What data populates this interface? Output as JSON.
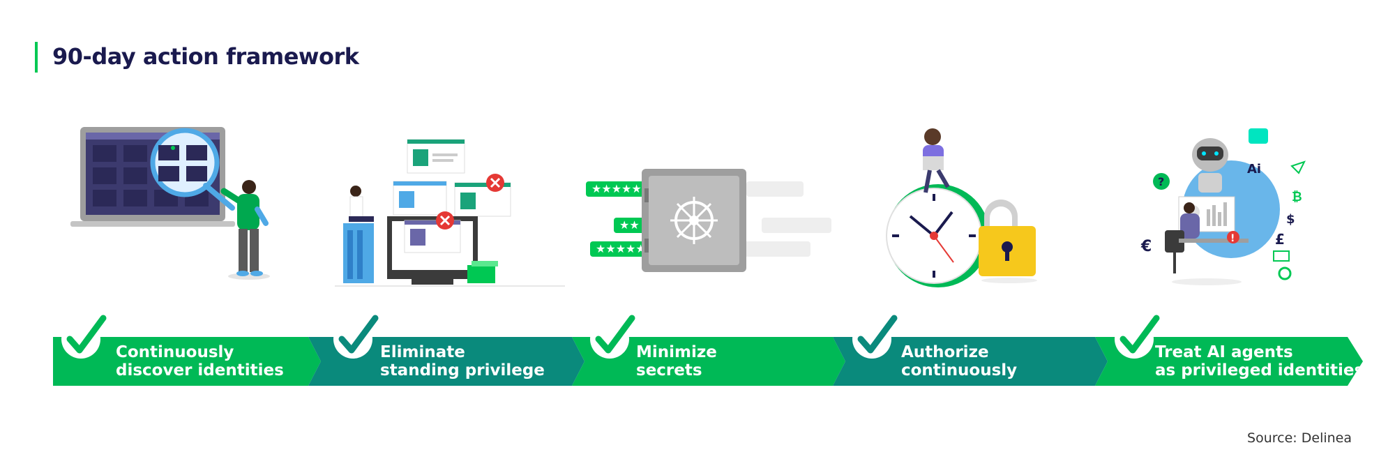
{
  "title": "90-day action framework",
  "colors": {
    "title": "#1a1a4e",
    "accent_bar": "#00c853",
    "banner_green": "#00b956",
    "banner_teal": "#0a8a7c"
  },
  "steps": [
    {
      "line1": "Continuously",
      "line2": "discover identities",
      "color": "#00b956",
      "icon": "check-icon",
      "illustration": "magnifier-laptop"
    },
    {
      "line1": "Eliminate",
      "line2": "standing privilege",
      "color": "#0a8a7c",
      "icon": "check-icon",
      "illustration": "privilege-windows"
    },
    {
      "line1": "Minimize",
      "line2": "secrets",
      "color": "#00b956",
      "icon": "check-icon",
      "illustration": "vault-passwords"
    },
    {
      "line1": "Authorize",
      "line2": "continuously",
      "color": "#0a8a7c",
      "icon": "check-icon",
      "illustration": "clock-padlock"
    },
    {
      "line1": "Treat AI agents",
      "line2": "as privileged identities",
      "color": "#00b956",
      "icon": "check-icon",
      "illustration": "ai-robot-agent"
    }
  ],
  "source": "Source: Delinea"
}
